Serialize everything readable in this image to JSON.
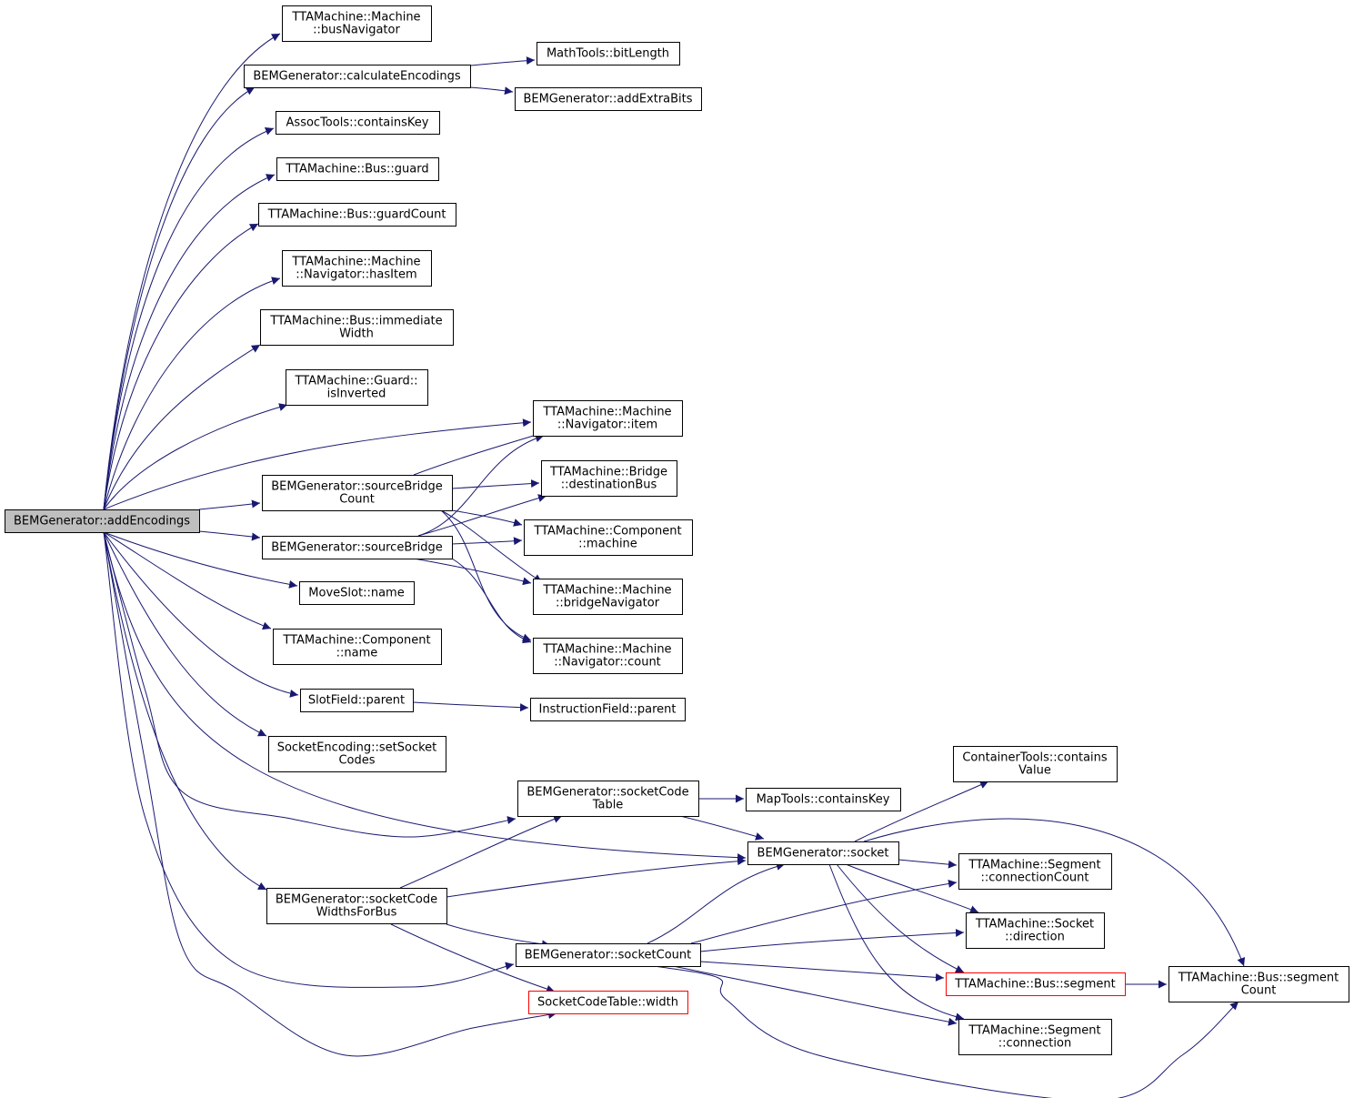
{
  "colors": {
    "edge": "#191970",
    "box_border": "#000000",
    "highlight_border": "#ff0000",
    "root_fill": "#bfbfbf",
    "background": "#ffffff"
  },
  "nodes": {
    "root": {
      "lines": [
        "BEMGenerator::addEncodings"
      ],
      "style": "root"
    },
    "busNavigator": {
      "lines": [
        "TTAMachine::Machine",
        "::busNavigator"
      ]
    },
    "calculateEncodings": {
      "lines": [
        "BEMGenerator::calculateEncodings"
      ]
    },
    "bitLength": {
      "lines": [
        "MathTools::bitLength"
      ]
    },
    "addExtraBits": {
      "lines": [
        "BEMGenerator::addExtraBits"
      ]
    },
    "containsKeyAssoc": {
      "lines": [
        "AssocTools::containsKey"
      ]
    },
    "busGuard": {
      "lines": [
        "TTAMachine::Bus::guard"
      ]
    },
    "busGuardCount": {
      "lines": [
        "TTAMachine::Bus::guardCount"
      ]
    },
    "hasItem": {
      "lines": [
        "TTAMachine::Machine",
        "::Navigator::hasItem"
      ]
    },
    "immediateWidth": {
      "lines": [
        "TTAMachine::Bus::immediate",
        "Width"
      ]
    },
    "isInverted": {
      "lines": [
        "TTAMachine::Guard::",
        "isInverted"
      ]
    },
    "navItem": {
      "lines": [
        "TTAMachine::Machine",
        "::Navigator::item"
      ]
    },
    "sourceBridgeCount": {
      "lines": [
        "BEMGenerator::sourceBridge",
        "Count"
      ]
    },
    "destinationBus": {
      "lines": [
        "TTAMachine::Bridge",
        "::destinationBus"
      ]
    },
    "sourceBridge": {
      "lines": [
        "BEMGenerator::sourceBridge"
      ]
    },
    "componentMachine": {
      "lines": [
        "TTAMachine::Component",
        "::machine"
      ]
    },
    "moveSlotName": {
      "lines": [
        "MoveSlot::name"
      ]
    },
    "bridgeNavigator": {
      "lines": [
        "TTAMachine::Machine",
        "::bridgeNavigator"
      ]
    },
    "componentName": {
      "lines": [
        "TTAMachine::Component",
        "::name"
      ]
    },
    "navCount": {
      "lines": [
        "TTAMachine::Machine",
        "::Navigator::count"
      ]
    },
    "slotParent": {
      "lines": [
        "SlotField::parent"
      ]
    },
    "instrParent": {
      "lines": [
        "InstructionField::parent"
      ]
    },
    "setSocketCodes": {
      "lines": [
        "SocketEncoding::setSocket",
        "Codes"
      ]
    },
    "containsValue": {
      "lines": [
        "ContainerTools::contains",
        "Value"
      ]
    },
    "socketCodeTable": {
      "lines": [
        "BEMGenerator::socketCode",
        "Table"
      ]
    },
    "mapContainsKey": {
      "lines": [
        "MapTools::containsKey"
      ]
    },
    "socket": {
      "lines": [
        "BEMGenerator::socket"
      ]
    },
    "connectionCount": {
      "lines": [
        "TTAMachine::Segment",
        "::connectionCount"
      ]
    },
    "socketCodeWidths": {
      "lines": [
        "BEMGenerator::socketCode",
        "WidthsForBus"
      ]
    },
    "socketDirection": {
      "lines": [
        "TTAMachine::Socket",
        "::direction"
      ]
    },
    "socketCount": {
      "lines": [
        "BEMGenerator::socketCount"
      ]
    },
    "busSegment": {
      "lines": [
        "TTAMachine::Bus::segment"
      ],
      "style": "highlight"
    },
    "segmentCount": {
      "lines": [
        "TTAMachine::Bus::segment",
        "Count"
      ]
    },
    "sctWidth": {
      "lines": [
        "SocketCodeTable::width"
      ],
      "style": "highlight"
    },
    "segConnection": {
      "lines": [
        "TTAMachine::Segment",
        "::connection"
      ]
    }
  },
  "edges": [
    [
      "root",
      "busNavigator"
    ],
    [
      "root",
      "calculateEncodings"
    ],
    [
      "root",
      "containsKeyAssoc"
    ],
    [
      "root",
      "busGuard"
    ],
    [
      "root",
      "busGuardCount"
    ],
    [
      "root",
      "hasItem"
    ],
    [
      "root",
      "immediateWidth"
    ],
    [
      "root",
      "isInverted"
    ],
    [
      "root",
      "navItem"
    ],
    [
      "root",
      "sourceBridgeCount"
    ],
    [
      "root",
      "sourceBridge"
    ],
    [
      "root",
      "moveSlotName"
    ],
    [
      "root",
      "componentName"
    ],
    [
      "root",
      "slotParent"
    ],
    [
      "root",
      "setSocketCodes"
    ],
    [
      "root",
      "socketCodeTable"
    ],
    [
      "root",
      "socket"
    ],
    [
      "root",
      "socketCodeWidths"
    ],
    [
      "root",
      "socketCount"
    ],
    [
      "root",
      "sctWidth"
    ],
    [
      "calculateEncodings",
      "bitLength"
    ],
    [
      "calculateEncodings",
      "addExtraBits"
    ],
    [
      "sourceBridgeCount",
      "navItem"
    ],
    [
      "sourceBridgeCount",
      "destinationBus"
    ],
    [
      "sourceBridgeCount",
      "componentMachine"
    ],
    [
      "sourceBridgeCount",
      "bridgeNavigator"
    ],
    [
      "sourceBridgeCount",
      "navCount"
    ],
    [
      "sourceBridge",
      "navItem"
    ],
    [
      "sourceBridge",
      "destinationBus"
    ],
    [
      "sourceBridge",
      "componentMachine"
    ],
    [
      "sourceBridge",
      "bridgeNavigator"
    ],
    [
      "sourceBridge",
      "navCount"
    ],
    [
      "slotParent",
      "instrParent"
    ],
    [
      "socketCodeTable",
      "mapContainsKey"
    ],
    [
      "socketCodeTable",
      "socket"
    ],
    [
      "socketCodeWidths",
      "socketCodeTable"
    ],
    [
      "socketCodeWidths",
      "socket"
    ],
    [
      "socketCodeWidths",
      "socketCount"
    ],
    [
      "socketCodeWidths",
      "sctWidth"
    ],
    [
      "socket",
      "containsValue"
    ],
    [
      "socket",
      "connectionCount"
    ],
    [
      "socket",
      "socketDirection"
    ],
    [
      "socket",
      "busSegment"
    ],
    [
      "socket",
      "segmentCount"
    ],
    [
      "socket",
      "segConnection"
    ],
    [
      "socketCount",
      "socket"
    ],
    [
      "socketCount",
      "connectionCount"
    ],
    [
      "socketCount",
      "socketDirection"
    ],
    [
      "socketCount",
      "busSegment"
    ],
    [
      "socketCount",
      "segmentCount"
    ],
    [
      "socketCount",
      "segConnection"
    ],
    [
      "busSegment",
      "segmentCount"
    ]
  ]
}
